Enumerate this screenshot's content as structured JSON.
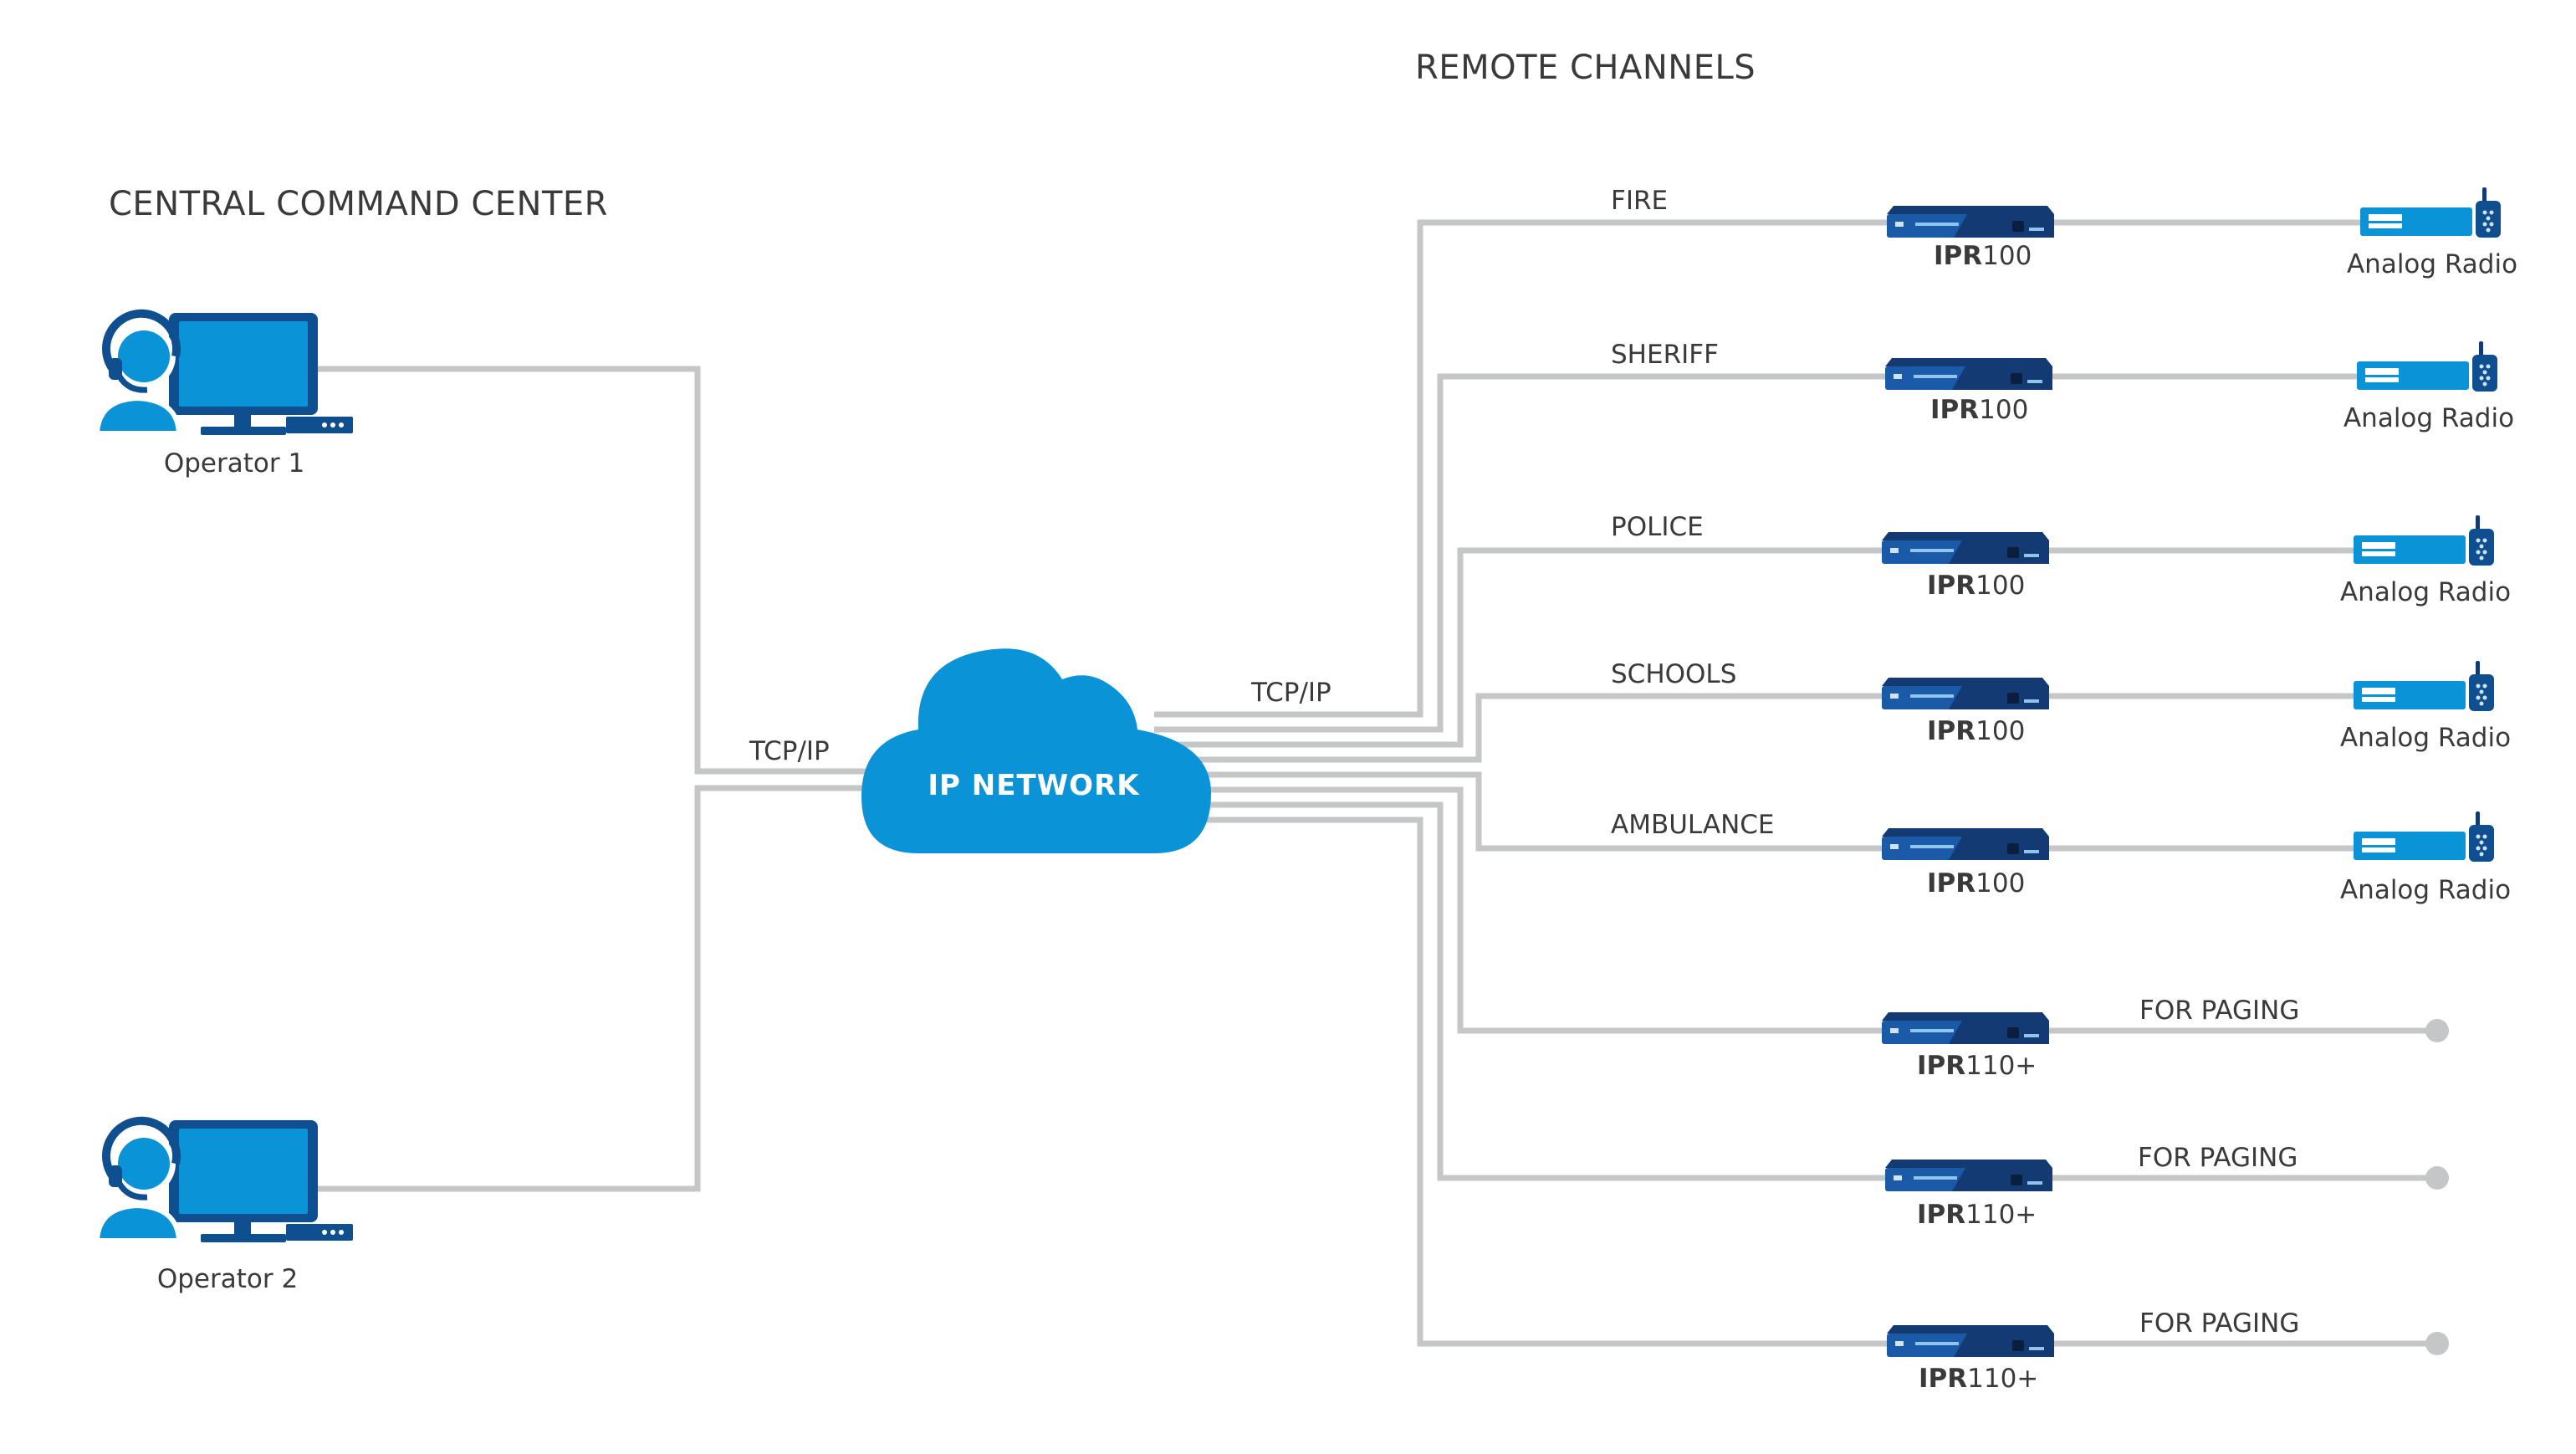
{
  "headings": {
    "central": "CENTRAL COMMAND CENTER",
    "remote": "REMOTE CHANNELS"
  },
  "protocol_label": "TCP/IP",
  "network": {
    "label": "IP NETWORK"
  },
  "operators": [
    {
      "label": "Operator 1"
    },
    {
      "label": "Operator 2"
    }
  ],
  "channels": [
    {
      "name": "FIRE",
      "model_bold": "IPR",
      "model_rest": "100",
      "endpoint": "Analog Radio"
    },
    {
      "name": "SHERIFF",
      "model_bold": "IPR",
      "model_rest": "100",
      "endpoint": "Analog Radio"
    },
    {
      "name": "POLICE",
      "model_bold": "IPR",
      "model_rest": "100",
      "endpoint": "Analog Radio"
    },
    {
      "name": "SCHOOLS",
      "model_bold": "IPR",
      "model_rest": "100",
      "endpoint": "Analog Radio"
    },
    {
      "name": "AMBULANCE",
      "model_bold": "IPR",
      "model_rest": "100",
      "endpoint": "Analog Radio"
    },
    {
      "name": "FOR PAGING",
      "model_bold": "IPR",
      "model_rest": "110+",
      "endpoint": ""
    },
    {
      "name": "FOR PAGING",
      "model_bold": "IPR",
      "model_rest": "110+",
      "endpoint": ""
    },
    {
      "name": "FOR PAGING",
      "model_bold": "IPR",
      "model_rest": "110+",
      "endpoint": ""
    }
  ],
  "colors": {
    "wire": "#c4c6c8",
    "accent": "#0a93d6",
    "device_dark": "#143a73",
    "device_mid": "#1b5aa7",
    "paging_dot": "#c4c6c8",
    "text": "#3a3a3a"
  }
}
